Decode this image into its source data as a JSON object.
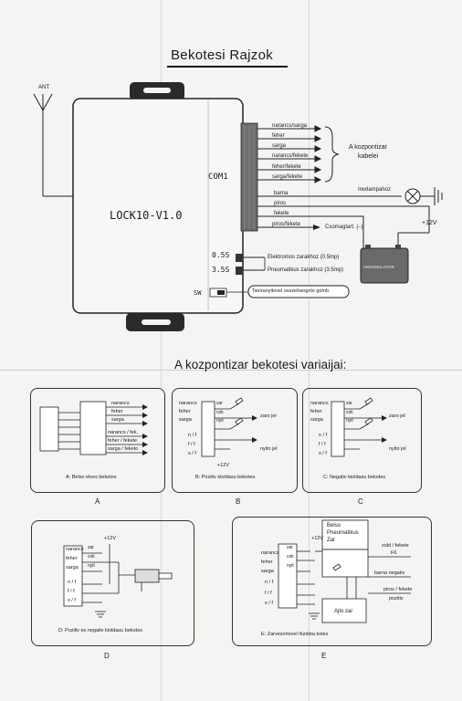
{
  "title": "Bekotesi Rajzok",
  "subtitle": "A kozpontizar bekotesi variaijai:",
  "main": {
    "ant": "ANT",
    "device": "LOCK10-V1.0",
    "com": "COM1",
    "fuse1": "0.5S",
    "fuse2": "3.5S",
    "sw": "SW",
    "wires": [
      "narancs/sarga",
      "feher",
      "sarga",
      "narancs/fekete",
      "feher/fekete",
      "sarga/fekete",
      "barna",
      "piros",
      "fekete",
      "piros/fekete"
    ],
    "brace_label1": "A kozpontizar",
    "brace_label2": "kabelei",
    "lamp_label": "Irexlampahoz",
    "trunk_label": "Csomagtart. (–)",
    "plus12": "+12V",
    "battery": "AKKUMULATOR",
    "electro": "Elektromos zarakhoz (0.5mp)",
    "pneu": "Pneumatikus zarakhoz (3.5mp)",
    "remote": "Taviranyitovel osszehangolo gomb"
  },
  "panels": {
    "a": {
      "wires": [
        "narancs",
        "feher",
        "sarga",
        "narancs / fek.",
        "feher / fekete",
        "sarga / feketo"
      ],
      "caption": "A: Belso elves bekotes",
      "letter": "A"
    },
    "b": {
      "wires": [
        "narancs",
        "feher",
        "sarga",
        "n / f",
        "f / f",
        "s / f"
      ],
      "tags": [
        "zar",
        "cok",
        "nyit"
      ],
      "label_close": "zaro jel",
      "label_open": "nyito jel",
      "plus": "+12V",
      "caption": "B: Pozitiv kioldasu bekotes",
      "letter": "B"
    },
    "c": {
      "wires": [
        "narancs",
        "feher",
        "sarga",
        "n / f",
        "f / f",
        "s / f"
      ],
      "tags": [
        "zar",
        "cok",
        "nyit"
      ],
      "label_close": "zaro jel",
      "label_open": "nyito jel",
      "caption": "C: Negativ kioldasu bekotes",
      "letter": "C"
    },
    "d": {
      "wires": [
        "narancs",
        "feher",
        "sarga",
        "n / f",
        "f / f",
        "s / f"
      ],
      "tags": [
        "zar",
        "cok",
        "nyit"
      ],
      "plus": "+12V",
      "caption": "D: Poziliv es negativ kioldasu bekotes",
      "letter": "D"
    },
    "e": {
      "wires": [
        "narancs",
        "feher",
        "sarga",
        "n / f",
        "f / f",
        "s / f"
      ],
      "tags": [
        "zar",
        "cok",
        "nyit"
      ],
      "plus": "+12V",
      "box_top1": "Belso",
      "box_top2": "Pneumatikus",
      "box_top3": "Zar",
      "zold": "zold / fekete",
      "fo": "F6",
      "barna": "barna negativ",
      "piros": "piros / fekete",
      "pozitiv": "pozitiv",
      "ajto": "Ajto zar",
      "caption": "E: Zarvezerlovel ifunkba koles",
      "letter": "E"
    }
  }
}
